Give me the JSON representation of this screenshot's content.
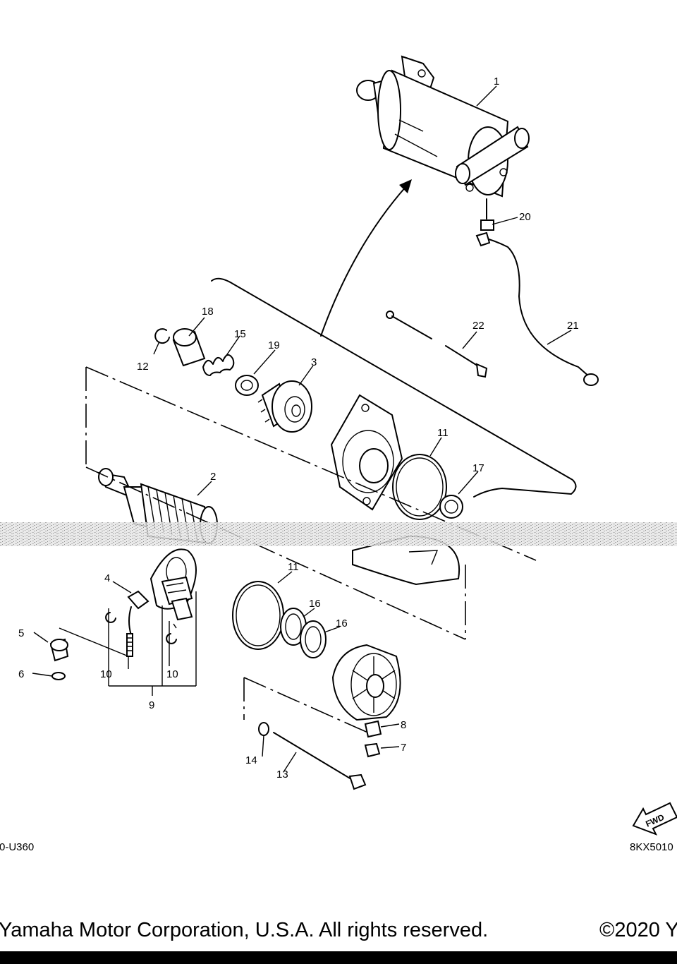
{
  "diagram": {
    "part_labels": [
      {
        "id": "p1",
        "text": "1"
      },
      {
        "id": "p2",
        "text": "2"
      },
      {
        "id": "p3",
        "text": "3"
      },
      {
        "id": "p4",
        "text": "4"
      },
      {
        "id": "p5",
        "text": "5"
      },
      {
        "id": "p6",
        "text": "6"
      },
      {
        "id": "p7",
        "text": "7"
      },
      {
        "id": "p8",
        "text": "8"
      },
      {
        "id": "p9",
        "text": "9"
      },
      {
        "id": "p10a",
        "text": "10"
      },
      {
        "id": "p10b",
        "text": "10"
      },
      {
        "id": "p11a",
        "text": "11"
      },
      {
        "id": "p11b",
        "text": "11"
      },
      {
        "id": "p12",
        "text": "12"
      },
      {
        "id": "p13",
        "text": "13"
      },
      {
        "id": "p14",
        "text": "14"
      },
      {
        "id": "p15",
        "text": "15"
      },
      {
        "id": "p16a",
        "text": "16"
      },
      {
        "id": "p16b",
        "text": "16"
      },
      {
        "id": "p17",
        "text": "17"
      },
      {
        "id": "p18",
        "text": "18"
      },
      {
        "id": "p19",
        "text": "19"
      },
      {
        "id": "p20",
        "text": "20"
      },
      {
        "id": "p21",
        "text": "21"
      },
      {
        "id": "p22",
        "text": "22"
      }
    ],
    "fwd_badge": "FWD"
  },
  "codes": {
    "left": "0-U360",
    "right": "8KX5010"
  },
  "footer": {
    "copyright_left": "Yamaha Motor Corporation, U.S.A. All rights reserved.",
    "copyright_right": "©2020 Y"
  }
}
